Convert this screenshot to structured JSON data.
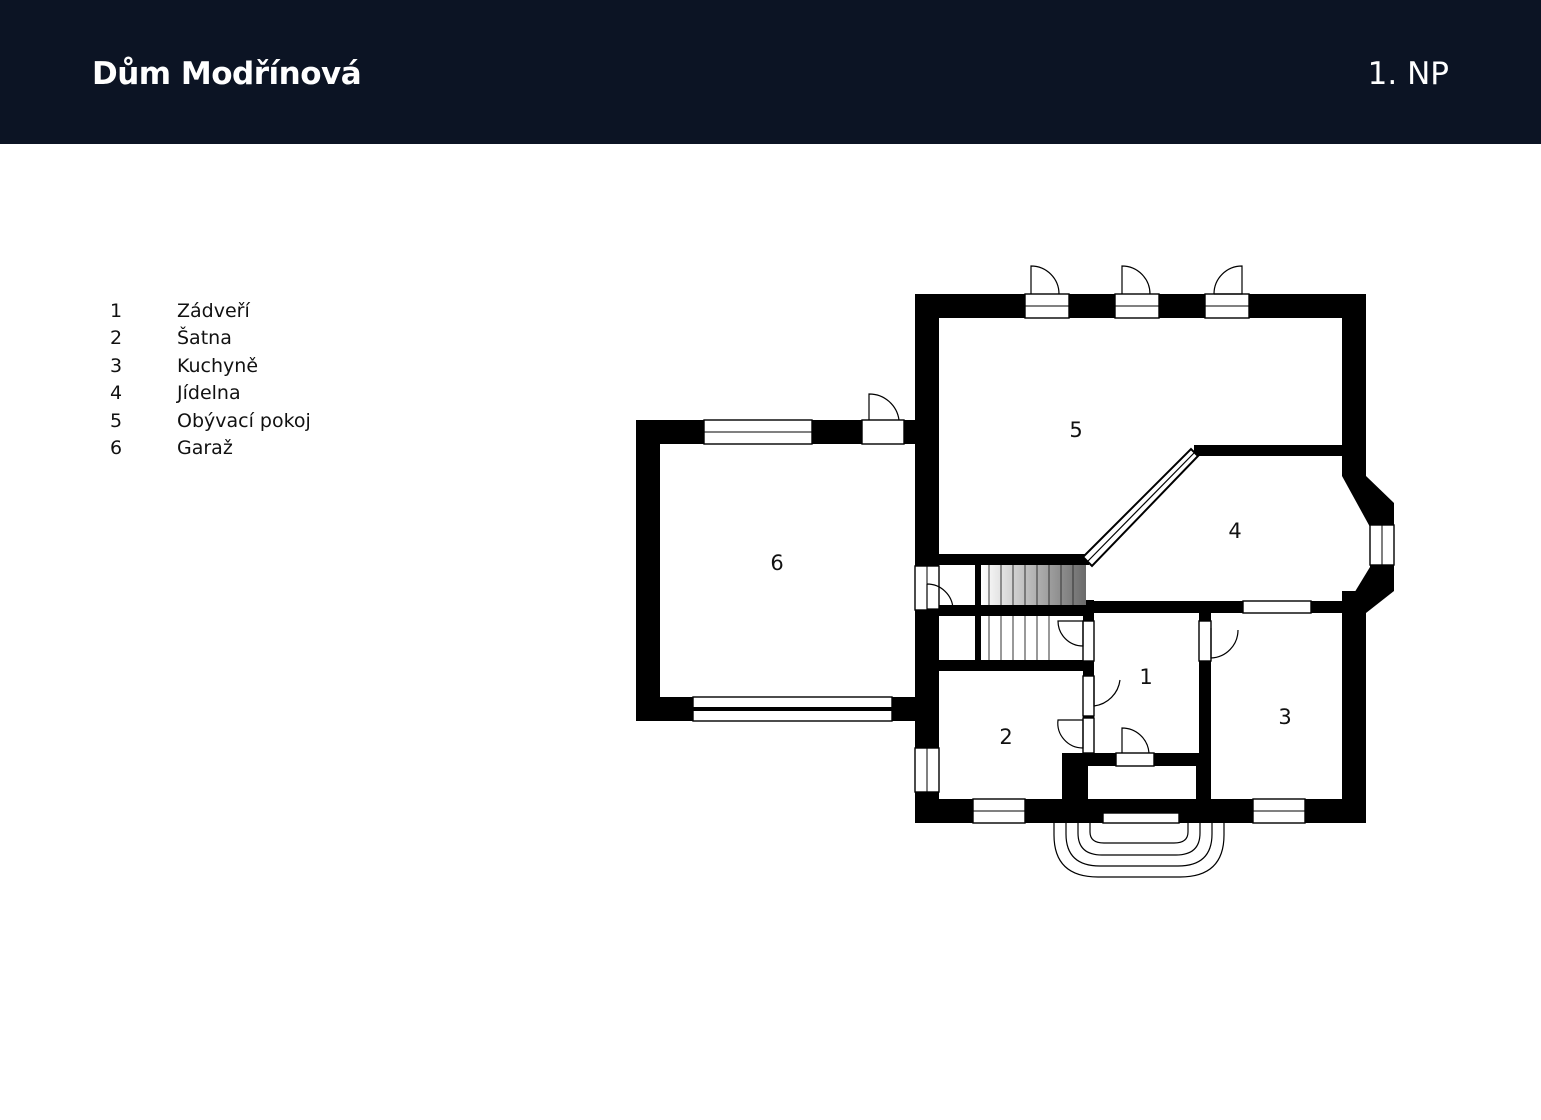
{
  "header": {
    "title": "Dům Modřínová",
    "floor": "1. NP",
    "background_color": "#0c1424",
    "text_color": "#ffffff"
  },
  "legend": [
    {
      "number": "1",
      "name": "Zádveří"
    },
    {
      "number": "2",
      "name": "Šatna"
    },
    {
      "number": "3",
      "name": "Kuchyně"
    },
    {
      "number": "4",
      "name": "Jídelna"
    },
    {
      "number": "5",
      "name": "Obývací pokoj"
    },
    {
      "number": "6",
      "name": "Garaž"
    }
  ],
  "plan": {
    "room_labels": [
      "1",
      "2",
      "3",
      "4",
      "5",
      "6"
    ],
    "wall_color": "#000000"
  }
}
